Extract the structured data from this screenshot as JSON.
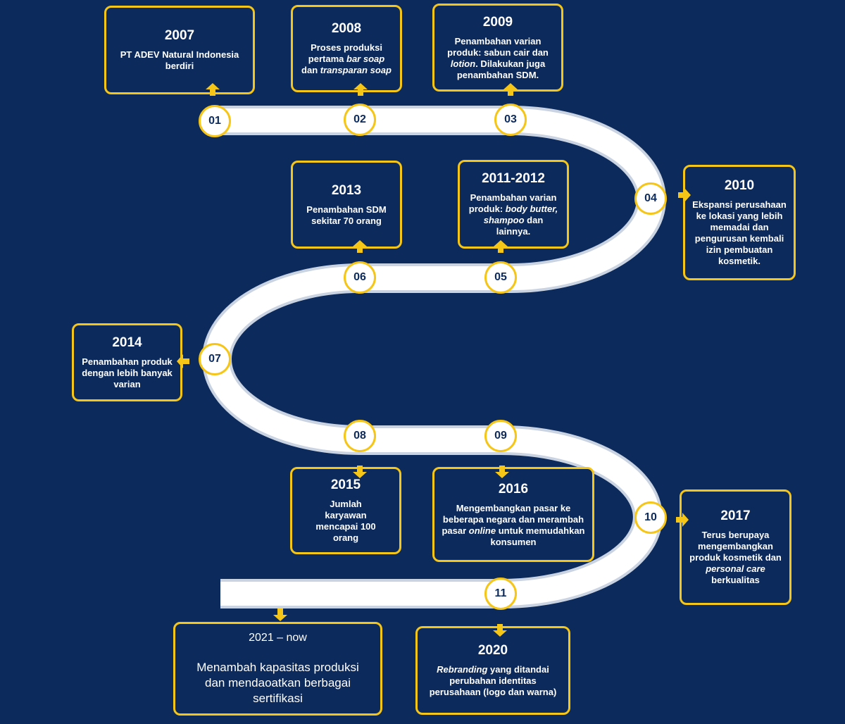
{
  "colors": {
    "background": "#0c2a5b",
    "accent": "#f5c518",
    "road": "#ffffff"
  },
  "nodes": [
    "01",
    "02",
    "03",
    "04",
    "05",
    "06",
    "07",
    "08",
    "09",
    "10",
    "11"
  ],
  "milestones": [
    {
      "year": "2007",
      "desc": "PT ADEV Natural Indonesia berdiri"
    },
    {
      "year": "2008",
      "desc_parts": [
        "Proses produksi pertama ",
        "bar soap",
        " dan ",
        "transparan soap"
      ]
    },
    {
      "year": "2009",
      "desc_parts": [
        "Penambahan varian produk: sabun cair dan ",
        "lotion",
        ". Dilakukan juga penambahan SDM."
      ]
    },
    {
      "year": "2010",
      "desc": "Ekspansi perusahaan ke lokasi yang lebih memadai dan pengurusan kembali izin pembuatan kosmetik."
    },
    {
      "year": "2011-2012",
      "desc_parts": [
        "Penambahan varian produk: ",
        "body butter, shampoo",
        " dan lainnya."
      ]
    },
    {
      "year": "2013",
      "desc": "Penambahan SDM sekitar 70 orang"
    },
    {
      "year": "2014",
      "desc": "Penambahan produk dengan lebih banyak varian"
    },
    {
      "year": "2015",
      "desc": "Jumlah karyawan mencapai 100 orang"
    },
    {
      "year": "2016",
      "desc_parts": [
        "Mengembangkan pasar ke beberapa negara dan merambah pasar ",
        "online",
        " untuk memudahkan konsumen"
      ]
    },
    {
      "year": "2017",
      "desc_parts": [
        "Terus berupaya mengembangkan produk kosmetik dan ",
        "personal care",
        " berkualitas"
      ]
    },
    {
      "year": "2020",
      "desc_parts": [
        "Rebranding",
        " yang ditandai perubahan identitas perusahaan (logo dan warna)"
      ]
    },
    {
      "year": "2021 – now",
      "desc": "Menambah kapasitas produksi dan mendaoatkan berbagai sertifikasi"
    }
  ]
}
